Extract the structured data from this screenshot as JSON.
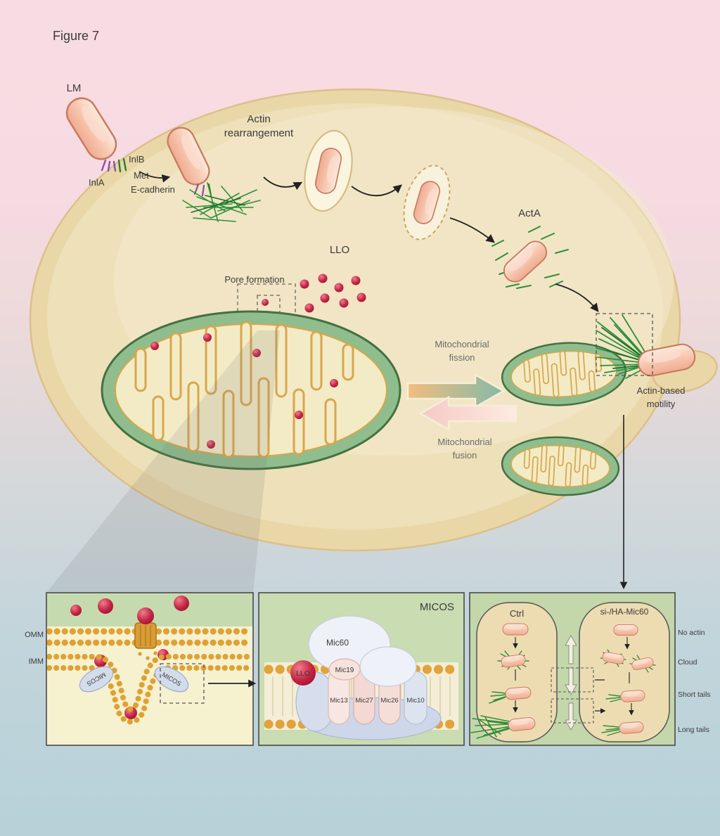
{
  "figure_title": "Figure 7",
  "main": {
    "lm": "LM",
    "inlb": "InlB",
    "inla": "InlA",
    "met": "Met",
    "e_cadherin": "E-cadherin",
    "actin_line1": "Actin",
    "actin_line2": "rearrangement",
    "llo": "LLO",
    "pore_formation": "Pore formation",
    "acta": "ActA",
    "fission_line1": "Mitochondrial",
    "fission_line2": "fission",
    "fusion_line1": "Mitochondrial",
    "fusion_line2": "fusion",
    "motility_line1": "Actin-based",
    "motility_line2": "motility"
  },
  "pore_panel": {
    "omm": "OMM",
    "imm": "IMM",
    "micos_left": "MICOS",
    "micos_right": "MICOS"
  },
  "micos_panel": {
    "title": "MICOS",
    "llo": "LLO",
    "mic60": "Mic60",
    "mic19": "Mic19",
    "mic13": "Mic13",
    "mic27": "Mic27",
    "mic26": "Mic26",
    "mic10": "Mic10"
  },
  "actin_panel": {
    "ctrl": "Ctrl",
    "si": "si-/HA-Mic60",
    "row1": "No actin",
    "row2": "Cloud",
    "row3": "Short tails",
    "row4": "Long tails"
  },
  "colors": {
    "background_top": "#f8dce3",
    "background_bottom": "#b7d1d9",
    "cell_fill": "#e9d7a8",
    "bacterium_fill": "#f6c3ac",
    "actin_green": "#2e8f3c",
    "llo_red": "#b01c36",
    "membrane_orange": "#dfa132",
    "mito_outer_green": "#8fbd8d",
    "panel_green": "#c9dcb2"
  }
}
